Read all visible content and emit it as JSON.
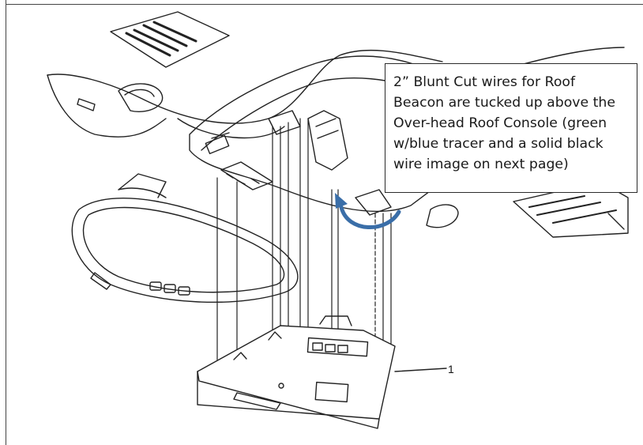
{
  "callout": {
    "lines": [
      "2” Blunt Cut wires for Roof",
      "Beacon are tucked up above the",
      "Over-head Roof Console (green",
      "w/blue tracer and a solid black",
      "wire image on next page)"
    ]
  },
  "part_label": "1",
  "colors": {
    "arrow": "#3a6ea8",
    "line": "#222222",
    "background": "#ffffff"
  }
}
